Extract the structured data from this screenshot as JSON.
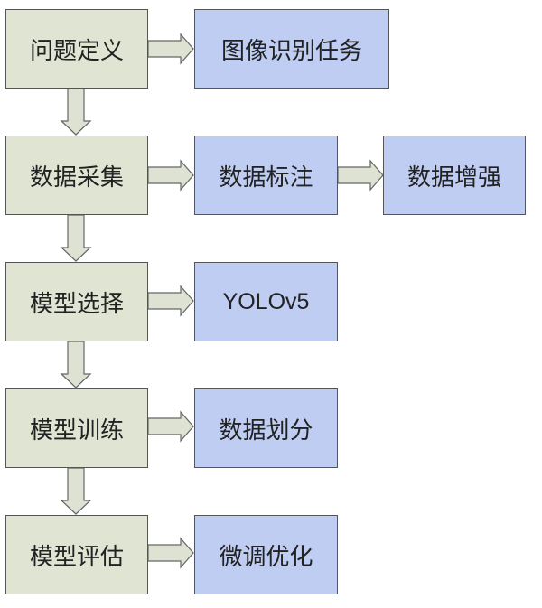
{
  "steps": [
    {
      "label": "问题定义",
      "outputs": [
        "图像识别任务"
      ]
    },
    {
      "label": "数据采集",
      "outputs": [
        "数据标注",
        "数据增强"
      ]
    },
    {
      "label": "模型选择",
      "outputs": [
        "YOLOv5"
      ]
    },
    {
      "label": "模型训练",
      "outputs": [
        "数据划分"
      ]
    },
    {
      "label": "模型评估",
      "outputs": [
        "微调优化"
      ]
    }
  ],
  "colors": {
    "step_fill": "#dfe4d3",
    "output_fill": "#bfcdf2",
    "arrow_fill": "#dde2d2",
    "border": "#555555"
  }
}
